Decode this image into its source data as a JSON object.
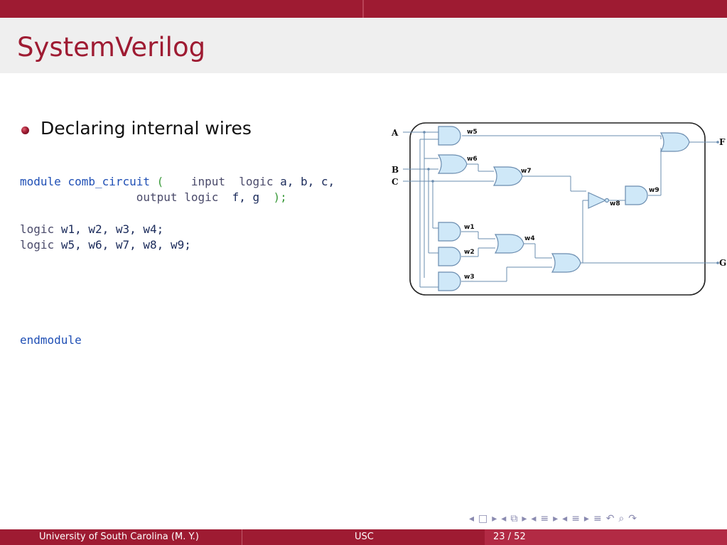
{
  "slide": {
    "title": "SystemVerilog",
    "bullet": "Declaring internal wires"
  },
  "code": {
    "line1": {
      "kw": "module",
      "name": "comb_circuit",
      "paren": "(",
      "input": "input",
      "logic": "logic",
      "vars": "a, b, c,"
    },
    "line2": {
      "output": "output",
      "logic": "logic",
      "vars": " f, g",
      "close": ");"
    },
    "line3": {
      "kw": "logic",
      "vars": "w1, w2, w3, w4;"
    },
    "line4": {
      "kw": "logic",
      "vars": "w5, w6, w7, w8, w9;"
    },
    "end": "endmodule"
  },
  "circuit": {
    "inputs": [
      "A",
      "B",
      "C"
    ],
    "outputs": [
      "F",
      "G"
    ],
    "wires": [
      "w5",
      "w6",
      "w7",
      "w9",
      "w8",
      "w1",
      "w4",
      "w2",
      "w3"
    ],
    "gate_fill": "#cfe8f8",
    "line_color": "#6a8caf"
  },
  "footer": {
    "left": "University of South Carolina  (M. Y.)",
    "center": "USC",
    "page": "23 / 52"
  },
  "nav": {
    "icons": [
      "nav-left-icon",
      "frame-icon",
      "nav-right-icon",
      "nav-left-icon",
      "section-icon",
      "nav-right-icon",
      "nav-left-icon",
      "subsection-icon",
      "nav-right-icon",
      "nav-left-icon",
      "list-icon",
      "nav-right-icon",
      "menu-icon",
      "undo-icon",
      "search-icon",
      "redo-icon"
    ],
    "glyphs": [
      "◂",
      "□",
      "▸",
      "◂",
      "⧉",
      "▸",
      "◂",
      "≡",
      "▸",
      "◂",
      "≡",
      "▸",
      "≡",
      "↶",
      "⌕",
      "↷"
    ]
  },
  "colors": {
    "accent": "#9e1b32",
    "code_keyword": "#1f4fb5",
    "code_paren": "#3a9a3a"
  }
}
